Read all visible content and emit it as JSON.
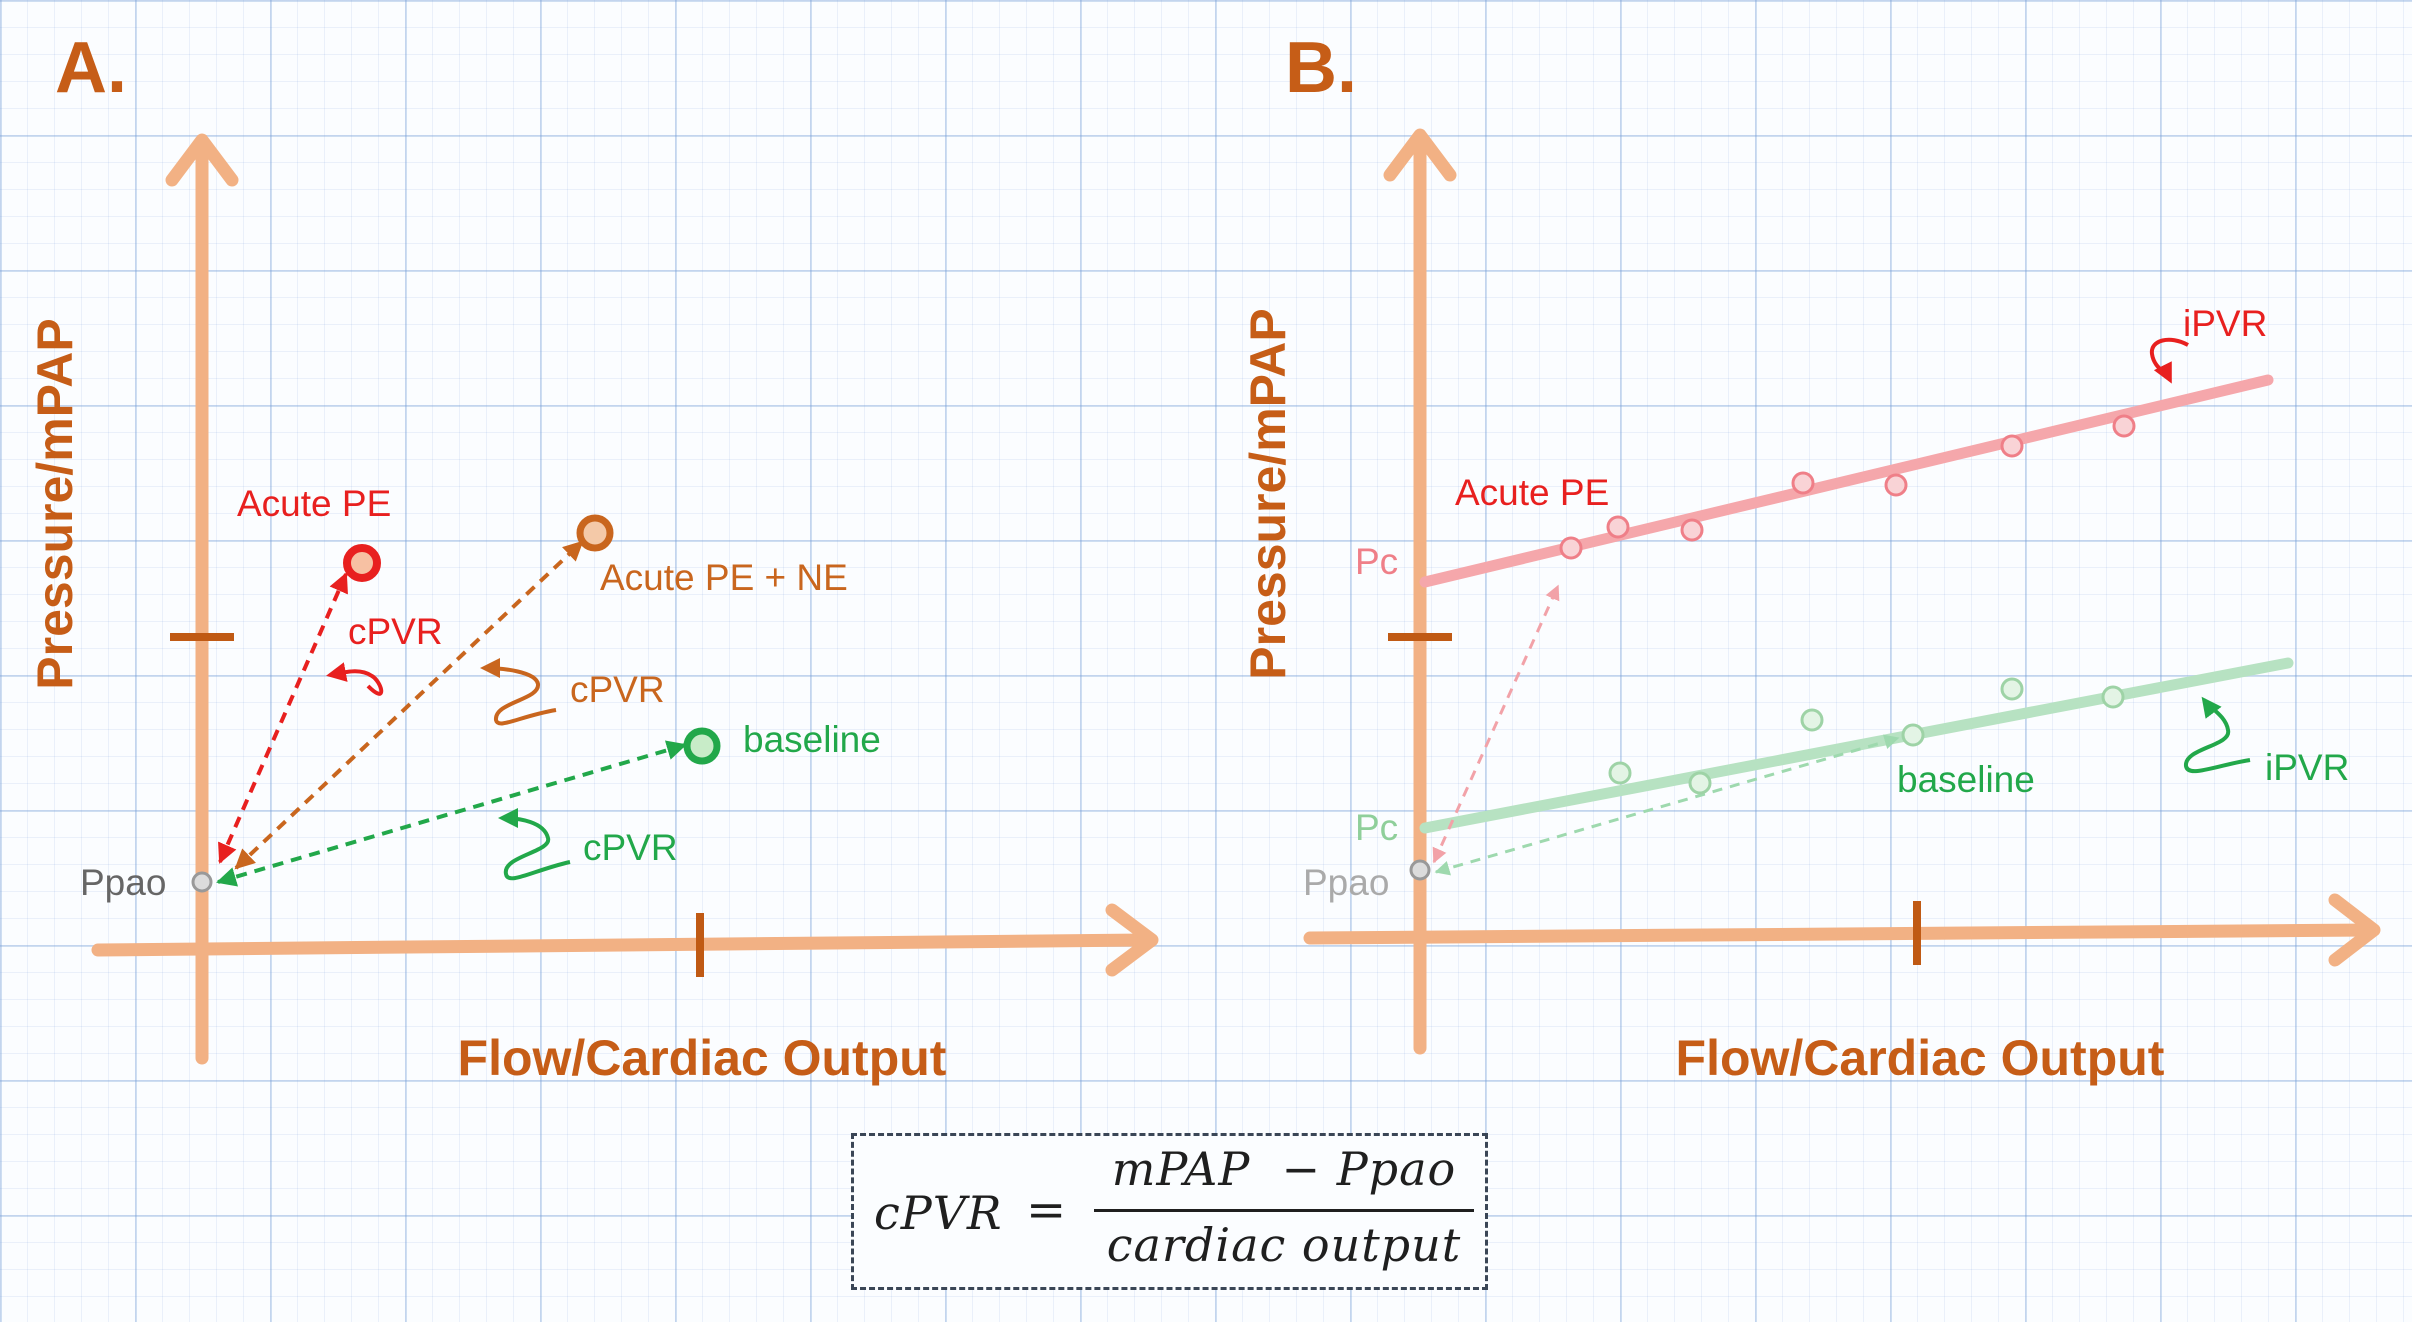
{
  "colors": {
    "axis": "#f2b184",
    "tick": "#c05a14",
    "axis_label": "#c65d17",
    "acute_pe": "#e8201f",
    "acute_pe_ne": "#c9661e",
    "baseline": "#22a84a",
    "ppao": "#888888",
    "pc_red": "#ef7f88",
    "pc_green": "#8fcf9a",
    "line_red": "#f5a7ab",
    "line_green": "#b7e2c2"
  },
  "panel_a": {
    "letter": "A.",
    "ylabel": "Pressure/mPAP",
    "xlabel": "Flow/Cardiac Output",
    "ppao_label": "Ppao",
    "points": {
      "acute_pe": "Acute PE",
      "acute_pe_ne": "Acute PE + NE",
      "baseline": "baseline"
    },
    "cpvr_labels": [
      "cPVR",
      "cPVR",
      "cPVR"
    ]
  },
  "panel_b": {
    "letter": "B.",
    "ylabel": "Pressure/mPAP",
    "xlabel": "Flow/Cardiac Output",
    "ppao_label": "Ppao",
    "pc_labels": [
      "Pc",
      "Pc"
    ],
    "acute_pe_label": "Acute PE",
    "baseline_label": "baseline",
    "ipvr_labels": [
      "iPVR",
      "iPVR"
    ]
  },
  "formula": {
    "lhs": "cPVR",
    "equals": "=",
    "numerator": "mPAP  − Ppao",
    "denominator": "cardiac output"
  }
}
